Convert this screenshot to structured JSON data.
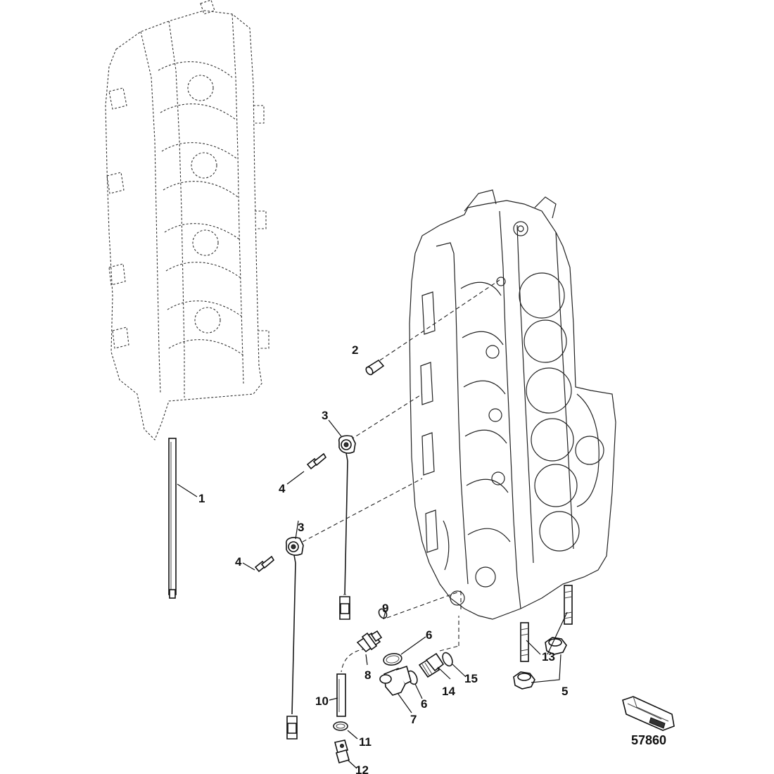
{
  "callouts": {
    "c1": "1",
    "c2": "2",
    "c3a": "3",
    "c3b": "3",
    "c4a": "4",
    "c4b": "4",
    "c5": "5",
    "c6a": "6",
    "c6b": "6",
    "c7": "7",
    "c8": "8",
    "c9": "9",
    "c10": "10",
    "c11": "11",
    "c12": "12",
    "c13": "13",
    "c14": "14",
    "c15": "15"
  },
  "reference_number": "57860"
}
